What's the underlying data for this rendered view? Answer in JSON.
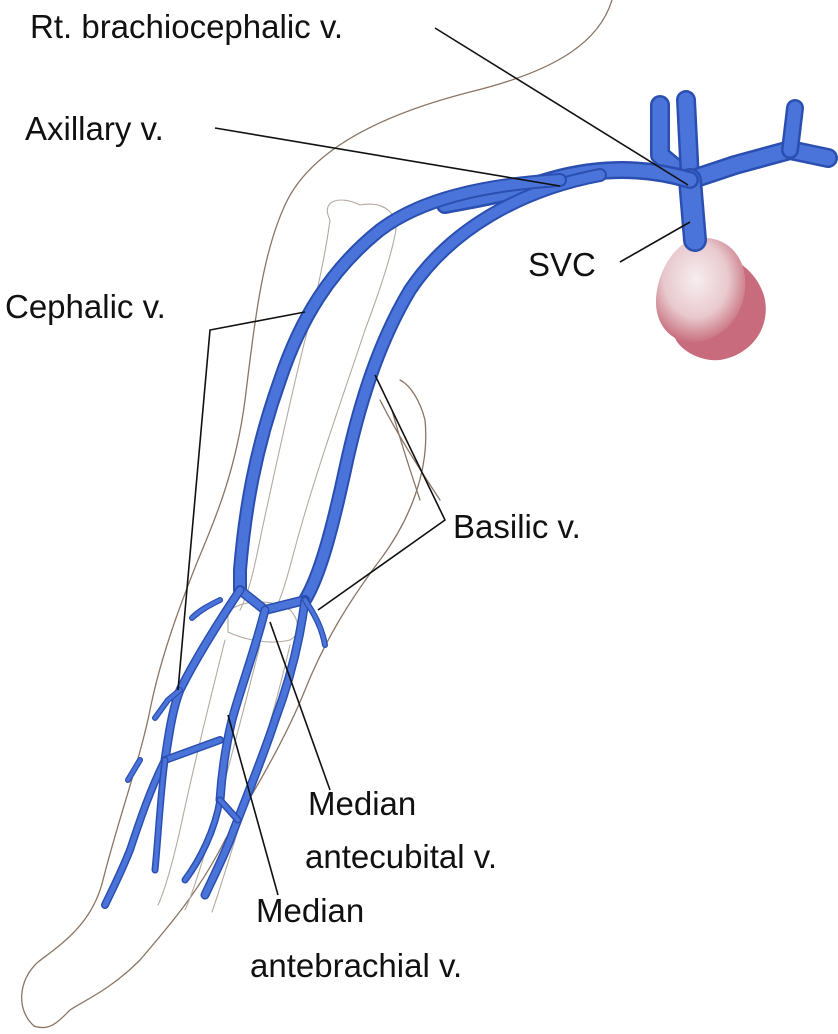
{
  "labels": {
    "brachiocephalic": "Rt. brachiocephalic v.",
    "axillary": "Axillary v.",
    "cephalic": "Cephalic v.",
    "svc": "SVC",
    "basilic": "Basilic v.",
    "median_antecubital_line1": "Median",
    "median_antecubital_line2": "antecubital v.",
    "median_antebrachial_line1": "Median",
    "median_antebrachial_line2": "antebrachial v."
  },
  "colors": {
    "vein": "#4a74d9",
    "vein_edge": "#2b4fb0",
    "heart": "#ead3d6",
    "heart_shadow": "#b43a52",
    "skin_outline": "#8a7565",
    "bone_outline": "#b4aaa0",
    "leader": "#111111"
  }
}
